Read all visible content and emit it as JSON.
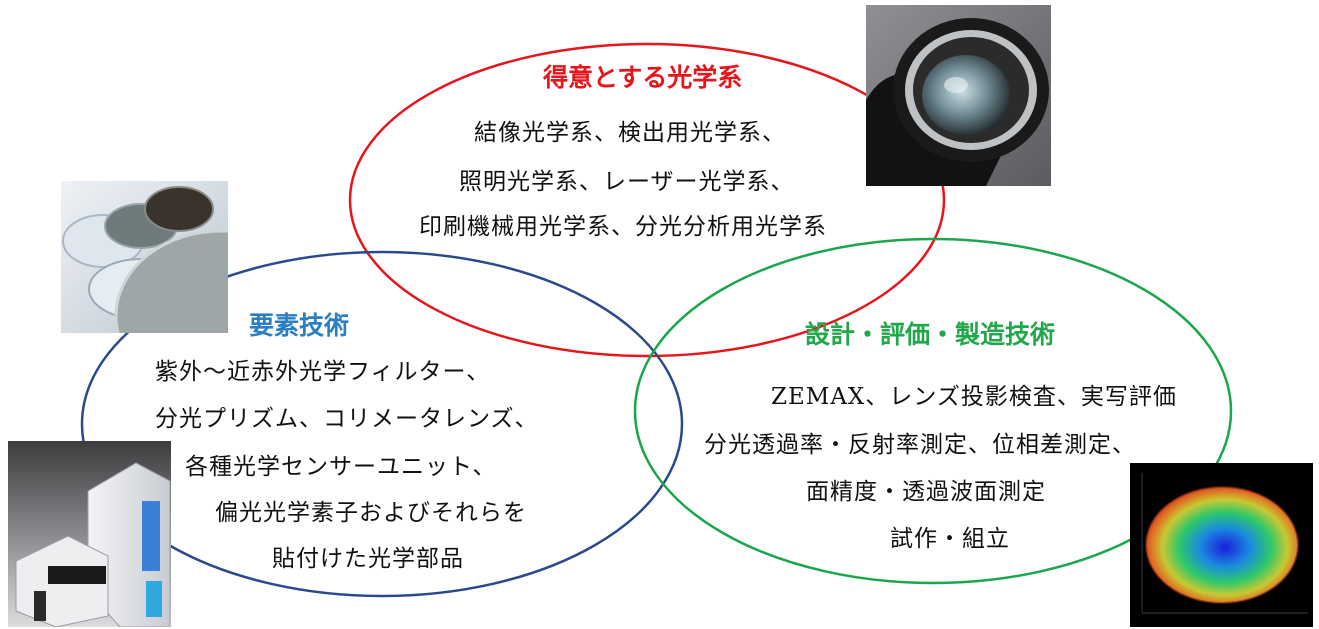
{
  "colors": {
    "optics": "#e8141c",
    "elements": "#2a4a8c",
    "design": "#1aa64a",
    "elements_title": "#2a7fc2",
    "design_title": "#22a84a"
  },
  "optics": {
    "title": "得意とする光学系",
    "lines": [
      "結像光学系、検出用光学系、",
      "照明光学系、レーザー光学系、",
      "印刷機械用光学系、分光分析用光学系"
    ]
  },
  "elements": {
    "title": "要素技術",
    "lines": [
      "紫外～近赤外光学フィルター、",
      "分光プリズム、コリメータレンズ、",
      "各種光学センサーユニット、",
      "偏光光学素子およびそれらを",
      "貼付けた光学部品"
    ]
  },
  "design": {
    "title": "設計・評価・製造技術",
    "lines": [
      "ZEMAX、レンズ投影検査、実写評価",
      "分光透過率・反射率測定、位相差測定、",
      "面精度・透過波面測定",
      "試作・組立"
    ]
  },
  "photos": [
    "camera-lens-photo",
    "optical-filters-photo",
    "prisms-photo",
    "surface-map-photo"
  ]
}
